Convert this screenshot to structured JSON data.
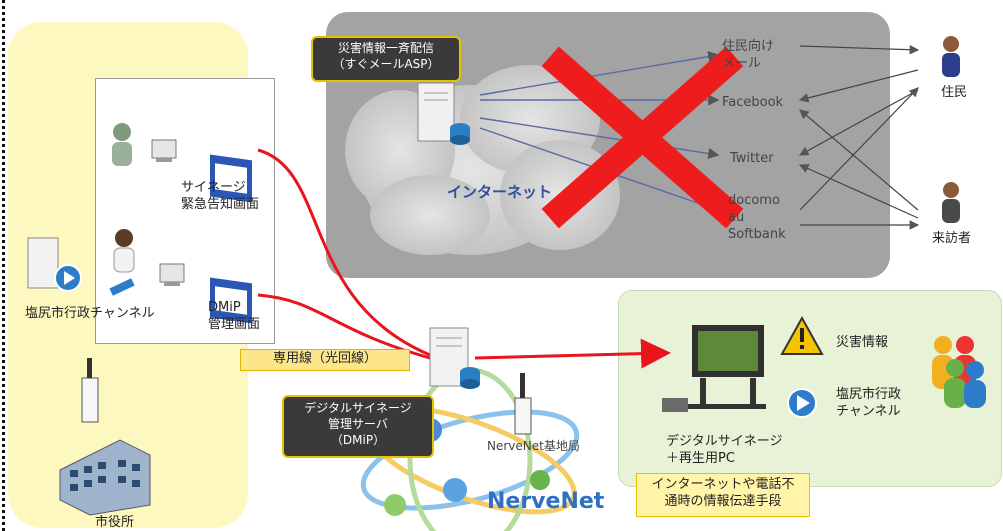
{
  "city_hall_area": {
    "label_channel": "塩尻市行政チャンネル",
    "label_city_hall": "市役所",
    "signage_emergency": [
      "サイネージ",
      "緊急告知画面"
    ],
    "dmip_admin": [
      "DMiP",
      "管理画面"
    ]
  },
  "internet_area": {
    "mail_service": [
      "災害情報一斉配信",
      "（すぐメールASP）"
    ],
    "cloud_label": "インターネット",
    "targets": {
      "mail": [
        "住民向け",
        "メール"
      ],
      "facebook": "Facebook",
      "twitter": "Twitter",
      "carriers": [
        "docomo",
        "au",
        "Softbank"
      ]
    },
    "people": {
      "residents": "住民",
      "visitors": "来訪者"
    }
  },
  "network": {
    "dedicated_line": "専用線（光回線）",
    "server_box": [
      "デジタルサイネージ",
      "管理サーバ",
      "（DMiP）"
    ],
    "base_station": "NerveNet基地局",
    "nervenet_logo": "NerveNet"
  },
  "signage_area": {
    "pc_label": [
      "デジタルサイネージ",
      "＋再生用PC"
    ],
    "legend_disaster": "災害情報",
    "legend_channel": [
      "塩尻市行政",
      "チャンネル"
    ],
    "note": [
      "インターネットや電話不",
      "通時の情報伝達手段"
    ]
  },
  "colors": {
    "accent_red": "#e8141e",
    "cross_red": "#ee1c1c",
    "cloud_gray": "#c7c7c7",
    "panel_gray": "#9a9a9a",
    "left_yellow": "#fdf8c0",
    "right_green": "#e7f2d6"
  }
}
